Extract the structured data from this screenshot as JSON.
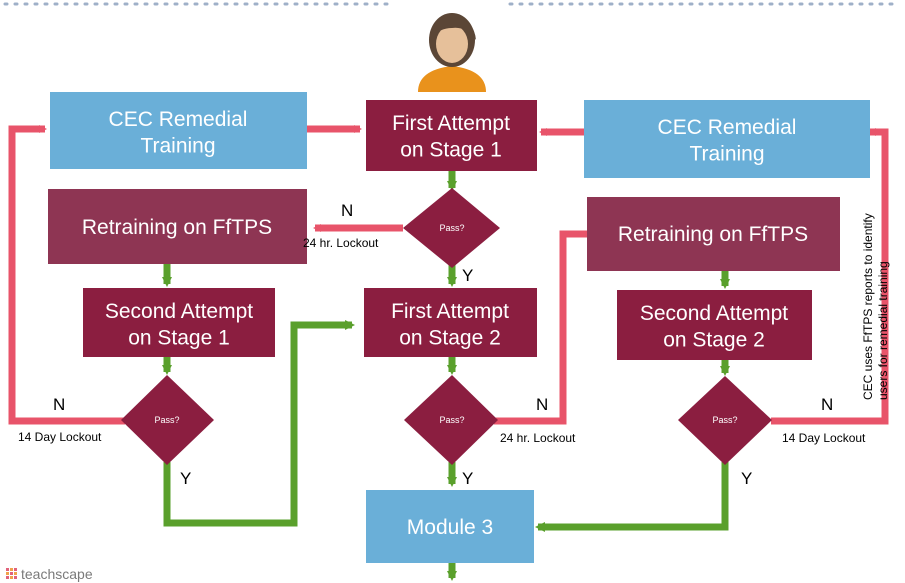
{
  "colors": {
    "maroon": "#8b1e40",
    "maroon_light": "#8e3553",
    "blue": "#6aafd8",
    "red_arrow": "#e8546a",
    "green_arrow": "#5aa02c",
    "dots": "#9fb0c8"
  },
  "boxes": {
    "cec_left": "CEC Remedial|Training",
    "cec_right": "CEC Remedial|Training",
    "first_stage1": "First Attempt|on Stage 1",
    "first_stage2": "First Attempt|on Stage 2",
    "retrain_left": "Retraining on FfTPS",
    "retrain_right": "Retraining on FfTPS",
    "second_stage1": "Second Attempt|on Stage 1",
    "second_stage2": "Second Attempt|on Stage 2",
    "module3": "Module 3"
  },
  "decisions": {
    "top": "Pass?",
    "left": "Pass?",
    "middle": "Pass?",
    "right": "Pass?"
  },
  "labels": {
    "n": "N",
    "y": "Y",
    "lockout_24": "24 hr. Lockout",
    "lockout_14": "14 Day Lockout"
  },
  "side_note": "CEC uses FfTPS reports to identify|users for remedial training",
  "icons": {
    "user": "user-avatar-icon",
    "logo": "teachscape-logo-icon"
  },
  "logo_text": "teachscape"
}
